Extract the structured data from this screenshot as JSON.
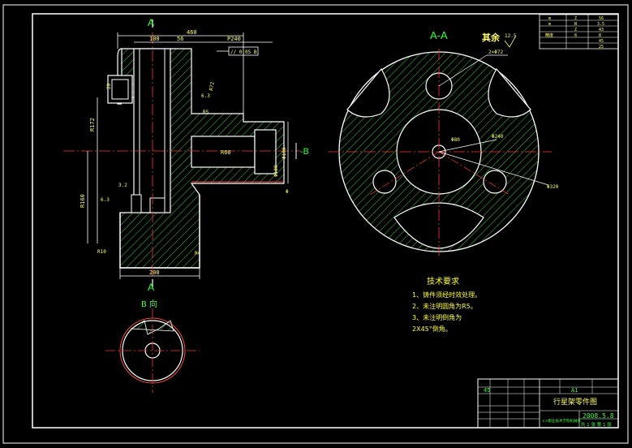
{
  "view_labels": {
    "section_top": "A",
    "section_bottom": "A",
    "section_view": "A-A",
    "arrow_view": "B 向",
    "section_b": "-B"
  },
  "roughness_rest": {
    "label": "其余",
    "value": "12.5"
  },
  "dimensions": {
    "overall_width": "460",
    "d100": "100",
    "d56": "56",
    "p240": "P240",
    "tolerance": "// 0.05 B",
    "r72": "R72",
    "r172": "R172",
    "r160": "R160",
    "r60": "R60",
    "r10": "R10",
    "r4": "R4",
    "phi190": "Φ190",
    "phi100": "Φ100",
    "phi240": "Φ240",
    "phi80": "Φ80",
    "phi320": "Φ320",
    "two_phi72": "2×Φ72",
    "d200": "200",
    "e20": "20",
    "rough_63a": "6.3",
    "rough_63b": "6.3",
    "rough_32": "3.2",
    "r5": "R5",
    "phi": "Φ"
  },
  "tech_notes": {
    "title": "技术要求",
    "items": [
      "1、铸件须经时效处理。",
      "2、未注明圆角为R5。",
      "3、未注明倒角为",
      "2X45°倒角。"
    ]
  },
  "top_table": {
    "rows": [
      [
        "m",
        "Z",
        "56"
      ],
      [
        "m",
        "N",
        "3.5"
      ],
      [
        "",
        "Z",
        "43"
      ],
      [
        "精度",
        "8",
        "8"
      ],
      [
        "",
        "",
        "45"
      ],
      [
        "",
        "",
        "25"
      ]
    ]
  },
  "title_block": {
    "scale_label": "A1",
    "quantity": "45",
    "part_name": "行星架零件图",
    "date": "2008.5.8",
    "sheet": "共 1 张 第 1 张",
    "school": "××职业技术学院机械系"
  }
}
